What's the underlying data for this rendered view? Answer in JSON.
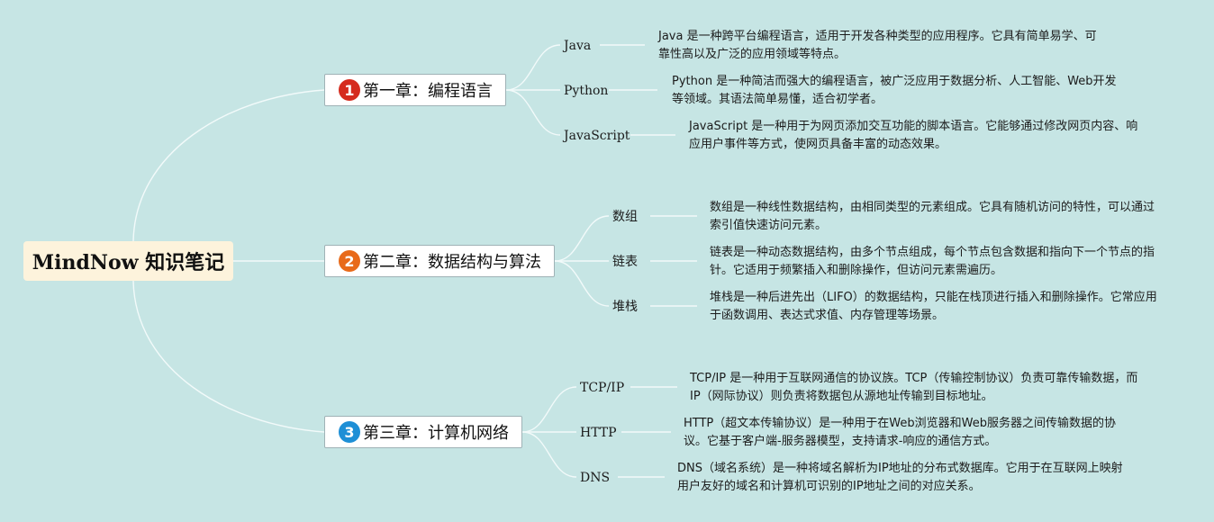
{
  "root": {
    "title": "MindNow 知识笔记"
  },
  "colors": {
    "background": "#c6e5e4",
    "line": "#f2fafa",
    "root_bg": "#fdf3dc"
  },
  "chapters": [
    {
      "badge": "1",
      "badge_color": "#d52b1e",
      "label": "第一章：编程语言",
      "topics": [
        {
          "name": "Java",
          "desc": "Java 是一种跨平台编程语言，适用于开发各种类型的应用程序。它具有简单易学、可靠性高以及广泛的应用领域等特点。"
        },
        {
          "name": "Python",
          "desc": "Python 是一种简洁而强大的编程语言，被广泛应用于数据分析、人工智能、Web开发等领域。其语法简单易懂，适合初学者。"
        },
        {
          "name": "JavaScript",
          "desc": "JavaScript 是一种用于为网页添加交互功能的脚本语言。它能够通过修改网页内容、响应用户事件等方式，使网页具备丰富的动态效果。"
        }
      ]
    },
    {
      "badge": "2",
      "badge_color": "#e86a1a",
      "label": "第二章：数据结构与算法",
      "topics": [
        {
          "name": "数组",
          "desc": "数组是一种线性数据结构，由相同类型的元素组成。它具有随机访问的特性，可以通过索引值快速访问元素。"
        },
        {
          "name": "链表",
          "desc": "链表是一种动态数据结构，由多个节点组成，每个节点包含数据和指向下一个节点的指针。它适用于频繁插入和删除操作，但访问元素需遍历。"
        },
        {
          "name": "堆栈",
          "desc": "堆栈是一种后进先出（LIFO）的数据结构，只能在栈顶进行插入和删除操作。它常应用于函数调用、表达式求值、内存管理等场景。"
        }
      ]
    },
    {
      "badge": "3",
      "badge_color": "#1e8fd6",
      "label": "第三章：计算机网络",
      "topics": [
        {
          "name": "TCP/IP",
          "desc": "TCP/IP 是一种用于互联网通信的协议族。TCP（传输控制协议）负责可靠传输数据，而IP（网际协议）则负责将数据包从源地址传输到目标地址。"
        },
        {
          "name": "HTTP",
          "desc": "HTTP（超文本传输协议）是一种用于在Web浏览器和Web服务器之间传输数据的协议。它基于客户端-服务器模型，支持请求-响应的通信方式。"
        },
        {
          "name": "DNS",
          "desc": "DNS（域名系统）是一种将域名解析为IP地址的分布式数据库。它用于在互联网上映射用户友好的域名和计算机可识别的IP地址之间的对应关系。"
        }
      ]
    }
  ]
}
